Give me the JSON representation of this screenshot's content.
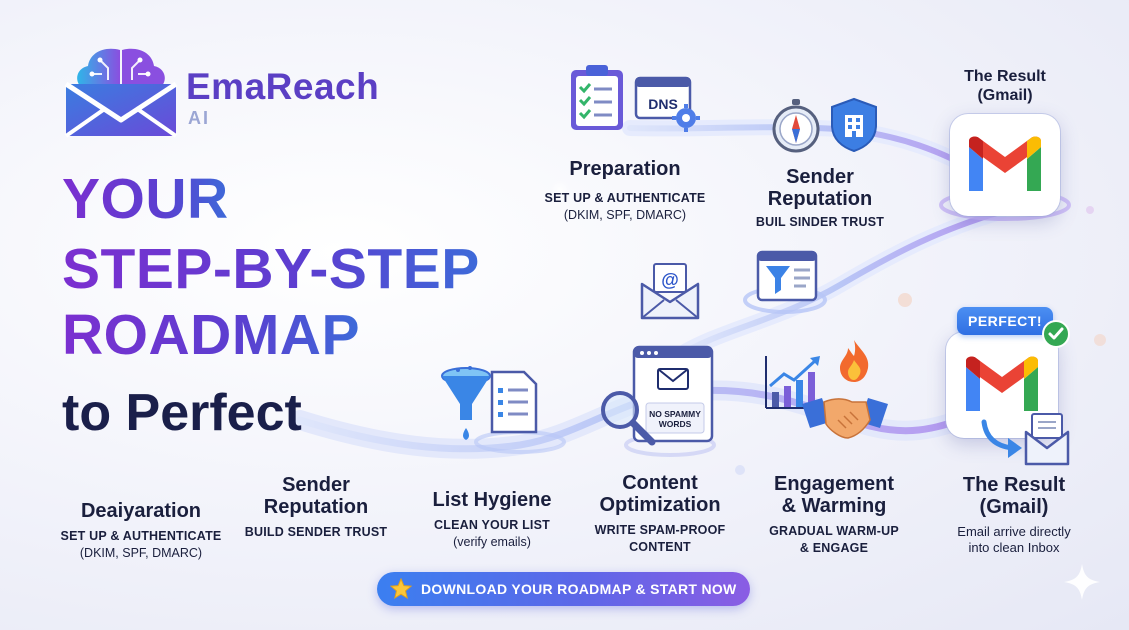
{
  "brand": {
    "name": "EmaReach",
    "sub": "AI"
  },
  "headline": {
    "line1": "YOUR",
    "line2": "STEP-BY-STEP",
    "line3": "ROADMAP",
    "line4": "to Perfect"
  },
  "top_steps": {
    "preparation": {
      "title": "Preparation",
      "subtitle": "SET UP & AUTHENTICATE",
      "detail": "(DKIM, SPF, DMARC)",
      "dns_label": "DNS"
    },
    "reputation": {
      "title_line1": "Sender",
      "title_line2": "Reputation",
      "subtitle": "BUIL SINDER TRUST"
    },
    "result": {
      "title_line1": "The Result",
      "title_line2": "(Gmail)"
    }
  },
  "bottom_steps": [
    {
      "title_line1": "Deaiyaration",
      "title_line2": "",
      "subtitle": "SET UP & AUTHENTICATE",
      "detail": "(DKIM, SPF, DMARC)"
    },
    {
      "title_line1": "Sender",
      "title_line2": "Reputation",
      "subtitle": "BUILD SENDER TRUST",
      "detail": ""
    },
    {
      "title_line1": "List Hygiene",
      "title_line2": "",
      "subtitle": "CLEAN YOUR LIST",
      "detail": "(verify emails)"
    },
    {
      "title_line1": "Content",
      "title_line2": "Optimization",
      "subtitle_line1": "WRITE SPAM-PROOF",
      "subtitle_line2": "CONTENT"
    },
    {
      "title_line1": "Engagement",
      "title_line2": "& Warming",
      "subtitle_line1": "GRADUAL WARM-UP",
      "subtitle_line2": "& ENGAGE"
    },
    {
      "title_line1": "The Result",
      "title_line2": "(Gmail)",
      "detail_line1": "Email arrive directly",
      "detail_line2": "into clean Inbox"
    }
  ],
  "content_window": {
    "label_line1": "NO SPAMMY",
    "label_line2": "WORDS"
  },
  "badge": {
    "perfect": "PERFECT!"
  },
  "cta": {
    "label": "DOWNLOAD YOUR ROADMAP & START NOW"
  },
  "colors": {
    "headline_start": "#7b2fd0",
    "headline_end": "#3d6ad9",
    "dark_text": "#1a1f3d",
    "road": "#a9b6f4",
    "cta_start": "#3b7ff0",
    "cta_end": "#8a5de4",
    "gmail_red": "#ea4335",
    "gmail_blue": "#4285f4",
    "gmail_green": "#34a853",
    "gmail_yellow": "#fbbc04"
  },
  "icons": [
    "brain-envelope-logo",
    "clipboard-checklist-icon",
    "dns-window-gear-icon",
    "compass-icon",
    "shield-building-icon",
    "email-at-envelope-icon",
    "funnel-window-icon",
    "funnel-drip-icon",
    "list-document-icon",
    "email-window-icon",
    "magnifier-icon",
    "growth-chart-icon",
    "flame-icon",
    "handshake-icon",
    "gmail-icon",
    "check-icon",
    "arrow-envelope-icon",
    "star-icon",
    "sparkle-icon"
  ]
}
